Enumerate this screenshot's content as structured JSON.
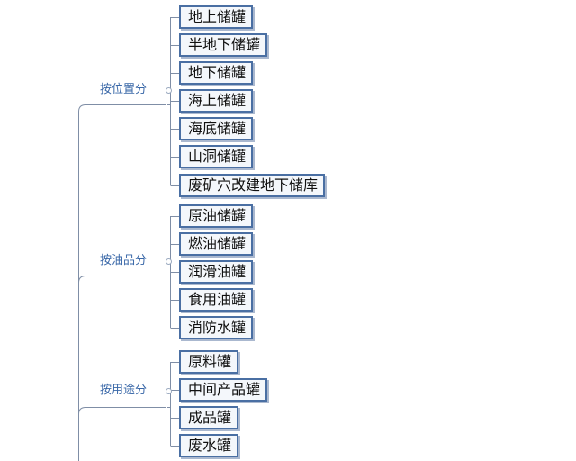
{
  "categories": [
    {
      "label": "按位置分",
      "items": [
        "地上储罐",
        "半地下储罐",
        "地下储罐",
        "海上储罐",
        "海底储罐",
        "山洞储罐",
        "废矿穴改建地下储库"
      ]
    },
    {
      "label": "按油品分",
      "items": [
        "原油储罐",
        "燃油储罐",
        "润滑油罐",
        "食用油罐",
        "消防水罐"
      ]
    },
    {
      "label": "按用途分",
      "items": [
        "原料罐",
        "中间产品罐",
        "成品罐",
        "废水罐"
      ]
    }
  ],
  "colors": {
    "line": "#7f8ea6",
    "border": "#4a6fa3",
    "label": "#3a68a8",
    "fill": "#f4f7fb"
  }
}
